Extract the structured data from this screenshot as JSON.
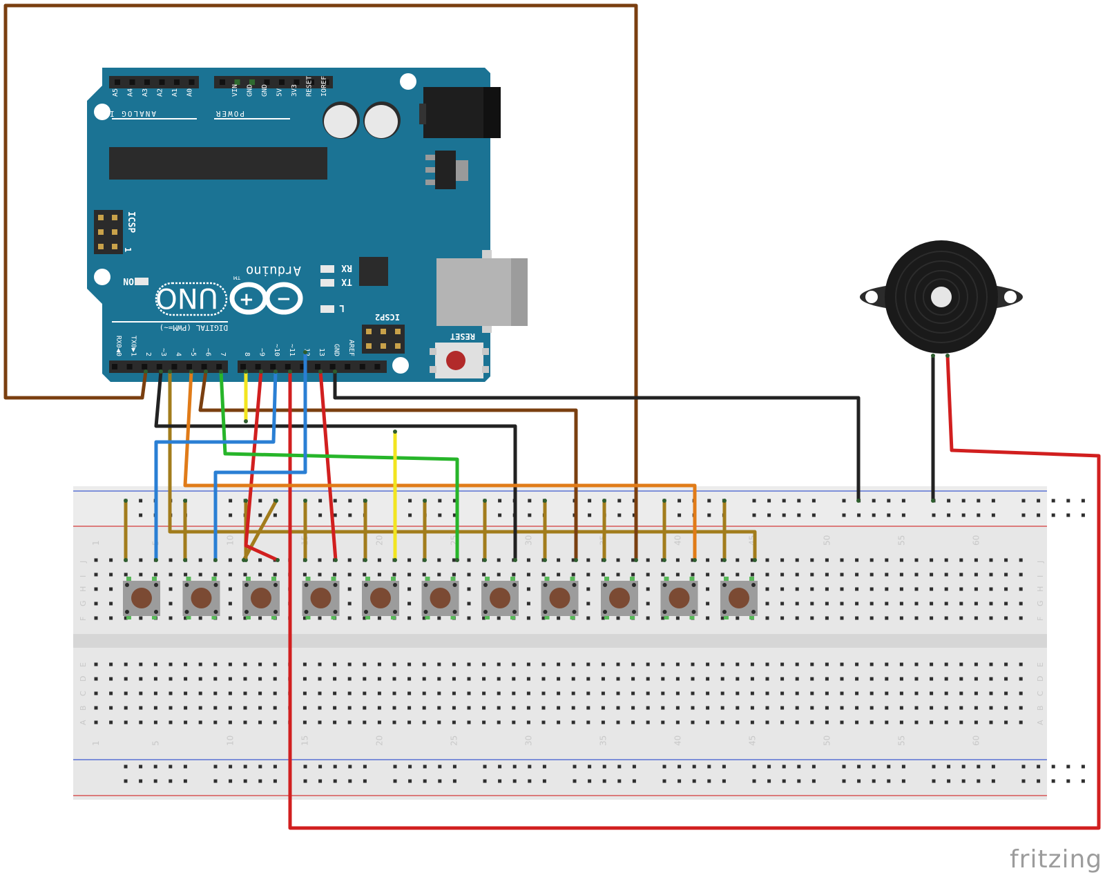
{
  "arduino": {
    "brand": "Arduino",
    "tm": "TM",
    "model": "UNO",
    "on_label": "ON",
    "rx": "RX",
    "tx": "TX",
    "l_label": "L",
    "icsp": "ICSP",
    "icsp2": "ICSP2",
    "icsp_pin": "1",
    "reset": "RESET",
    "analog_in": "ANALOG IN",
    "power": "POWER",
    "digital": "DIGITAL (PWM=~)",
    "analog_pins": [
      "A5",
      "A4",
      "A3",
      "A2",
      "A1",
      "A0"
    ],
    "power_pins": [
      "VIN",
      "GND",
      "GND",
      "5V",
      "3V3",
      "RESET",
      "IOREF"
    ],
    "digital_left": [
      "RX0◀0",
      "TX0▶1",
      "2",
      "~3",
      "4",
      "~5",
      "~6",
      "7"
    ],
    "digital_right": [
      "8",
      "~9",
      "~10",
      "~11",
      "12",
      "13",
      "GND",
      "AREF"
    ]
  },
  "breadboard": {
    "row_letters_top": [
      "J",
      "I",
      "H",
      "G",
      "F"
    ],
    "row_letters_bottom": [
      "E",
      "D",
      "C",
      "B",
      "A"
    ],
    "col_numbers": [
      "1",
      "5",
      "10",
      "15",
      "20",
      "25",
      "30",
      "35",
      "40",
      "45",
      "50",
      "55",
      "60"
    ]
  },
  "buttons_count": 11,
  "wire_colors": {
    "brown": "#7a3f10",
    "black": "#222222",
    "red": "#d11f1f",
    "orange": "#e07b18",
    "green": "#27b52a",
    "yellow": "#f2e520",
    "blue": "#2a7fd4",
    "olive": "#a27c1c"
  },
  "board_color": "#1b7394",
  "footer": {
    "brand": "fritzing"
  }
}
